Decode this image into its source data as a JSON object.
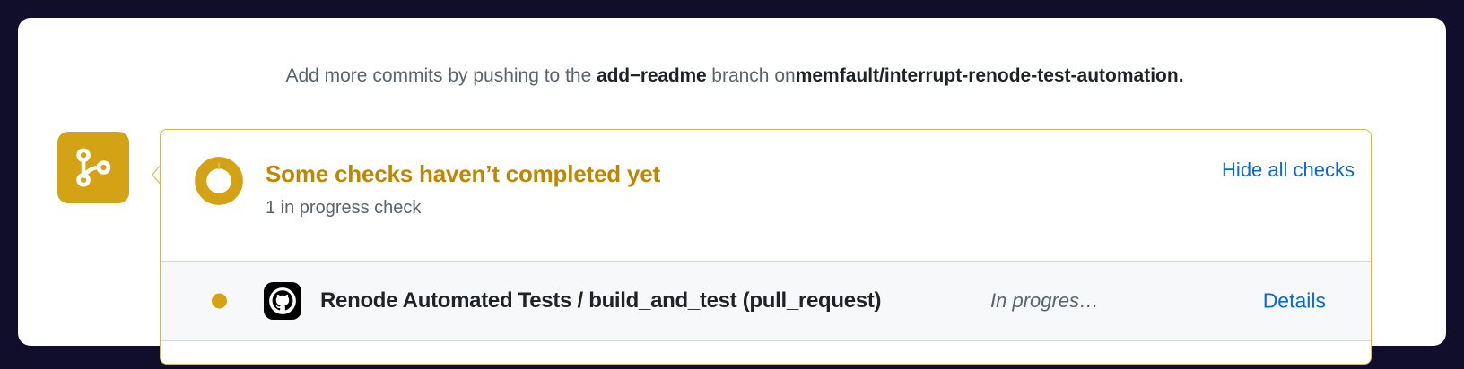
{
  "page": {
    "background_color": "#100e2b",
    "card_background": "#ffffff"
  },
  "commit_notice": {
    "prefix": "Add more commits by pushing to the",
    "branch": "add−readme",
    "middle": "branch on",
    "repository": "memfault/interrupt-renode-test-automation",
    "suffix": "."
  },
  "branch_avatar": {
    "icon": "git-merge-icon",
    "background_color": "#d4a215"
  },
  "checks": {
    "border_color": "#d4b849",
    "spinner_icon": "in-progress-ring-icon",
    "title": "Some checks haven’t completed yet",
    "title_color": "#bf8700",
    "subtitle": "1 in progress check",
    "hide_all_label": "Hide all checks",
    "link_color": "#0969da",
    "rows": [
      {
        "dot_color": "#d4a215",
        "dot_name": "status-dot-in-progress",
        "provider_icon": "github-octocat-icon",
        "name": "Renode Automated Tests / build_and_test (pull_request)",
        "status": "In progres…",
        "details_label": "Details"
      }
    ]
  }
}
